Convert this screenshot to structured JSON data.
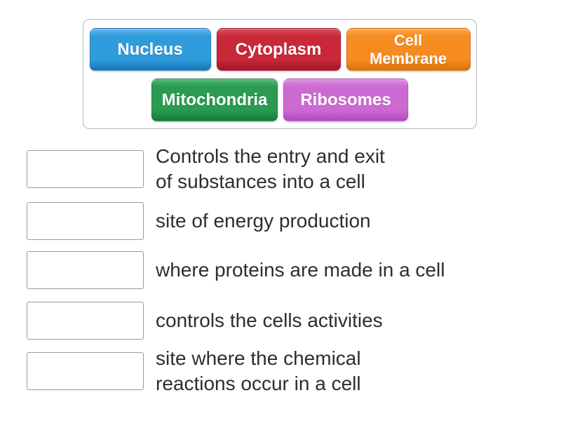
{
  "word_bank": {
    "items": [
      {
        "label": "Nucleus",
        "color": "#2F9BDB",
        "color_light": "#62B8EA",
        "color_dark": "#1877B4"
      },
      {
        "label": "Cytoplasm",
        "color": "#C92838",
        "color_light": "#DA5163",
        "color_dark": "#A21627"
      },
      {
        "label": "Cell\nMembrane",
        "color": "#F68B1F",
        "color_light": "#F9A94F",
        "color_dark": "#D9730E"
      },
      {
        "label": "Mitochondria",
        "color": "#2A9B51",
        "color_light": "#4FB671",
        "color_dark": "#177A38"
      },
      {
        "label": "Ribosomes",
        "color": "#CC69D3",
        "color_light": "#DD92E2",
        "color_dark": "#B247BE"
      }
    ]
  },
  "matches": [
    {
      "clue": "Controls the entry and exit\nof substances into a cell"
    },
    {
      "clue": "site of energy production"
    },
    {
      "clue": "where proteins are made in a cell"
    },
    {
      "clue": "controls the cells activities"
    },
    {
      "clue": "site where the chemical\nreactions occur in a cell"
    }
  ],
  "colors": {
    "clue_text": "#2e2e2e",
    "panel_border": "#b5b5b5",
    "slot_border": "#9a9a9a"
  }
}
